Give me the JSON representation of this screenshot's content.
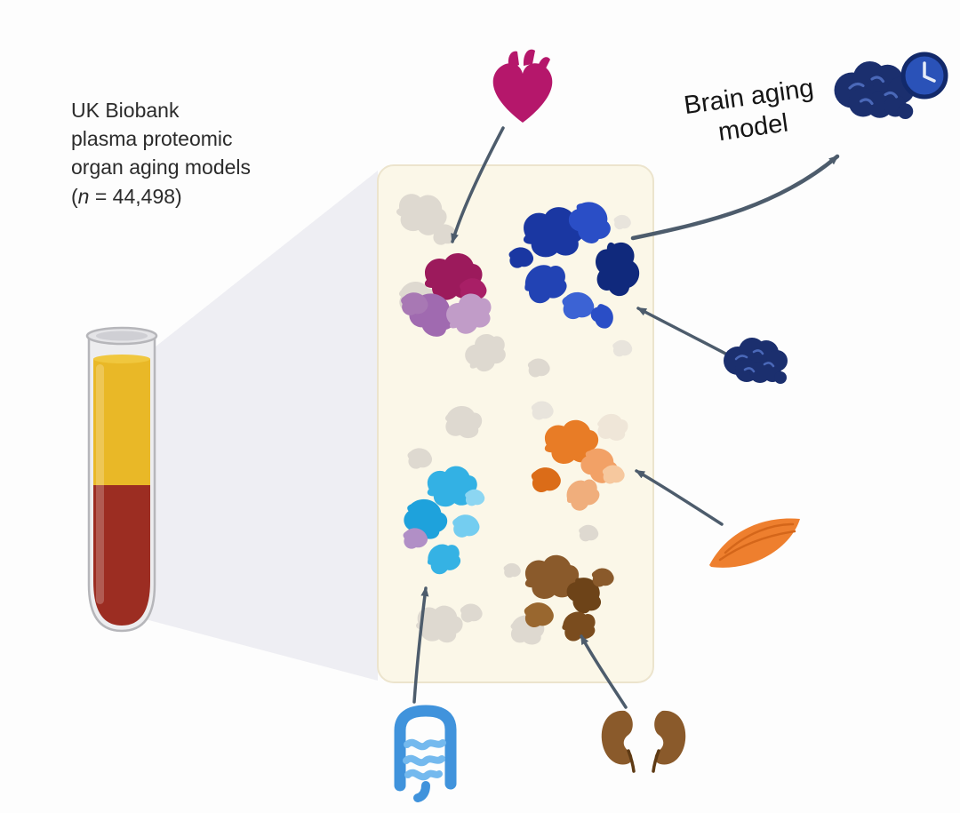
{
  "title": {
    "line1": "UK Biobank",
    "line2": "plasma proteomic",
    "line3": "organ aging models",
    "sample_open": "(",
    "sample_n": "n",
    "sample_rest": " = 44,498)"
  },
  "annotation": {
    "brain_aging_line1": "Brain aging",
    "brain_aging_line2": "model"
  },
  "icons": {
    "heart": "heart-icon",
    "brain": "brain-icon",
    "brain_clock": "brain-with-clock-icon",
    "clock": "clock-icon",
    "muscle": "muscle-icon",
    "kidneys": "kidneys-icon",
    "intestine": "intestine-icon",
    "tube": "blood-sample-tube"
  },
  "colors": {
    "heart": "#b5176b",
    "heart_cluster_dark": "#9c1a5c",
    "heart_cluster_purple": "#a06ab0",
    "brain": "#1b2f6e",
    "brain_cluster": "#1e3cae",
    "clock_face": "#2a52b8",
    "muscle": "#ee7f2e",
    "muscle_cluster": "#e87c26",
    "kidney": "#8a5a2b",
    "intestine": "#4093dc",
    "intestine_cluster": "#2fafe2",
    "arrow": "#4d5c6c",
    "panel_bg": "#fbf7e8",
    "panel_border": "#eee7d2",
    "beam": "#ececf2",
    "plasma": "#e9b827",
    "blood": "#9c2d22",
    "gray_blob": "#ded9d0"
  }
}
